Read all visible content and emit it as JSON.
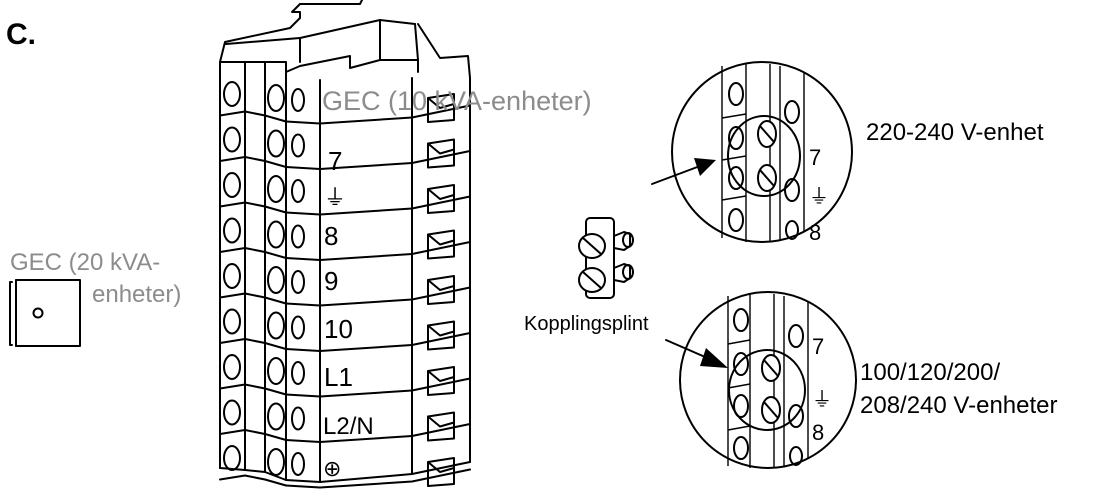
{
  "panel_letter": "C.",
  "terminal_block": {
    "gec_label": "GEC (10 kVA-enheter)",
    "terminals": [
      "7",
      "⏚",
      "8",
      "9",
      "10",
      "L1",
      "L2/N",
      "⊕"
    ]
  },
  "gec_20kva": {
    "line1": "GEC (20 kVA-",
    "line2": "enheter)"
  },
  "jumper_label": "Kopplingsplint",
  "detail_top": {
    "caption": "220-240 V-enhet",
    "labels": [
      "7",
      "⏚",
      "8"
    ]
  },
  "detail_bottom": {
    "caption_line1": "100/120/200/",
    "caption_line2": "208/240 V-enheter",
    "labels": [
      "7",
      "⏚",
      "8"
    ]
  }
}
